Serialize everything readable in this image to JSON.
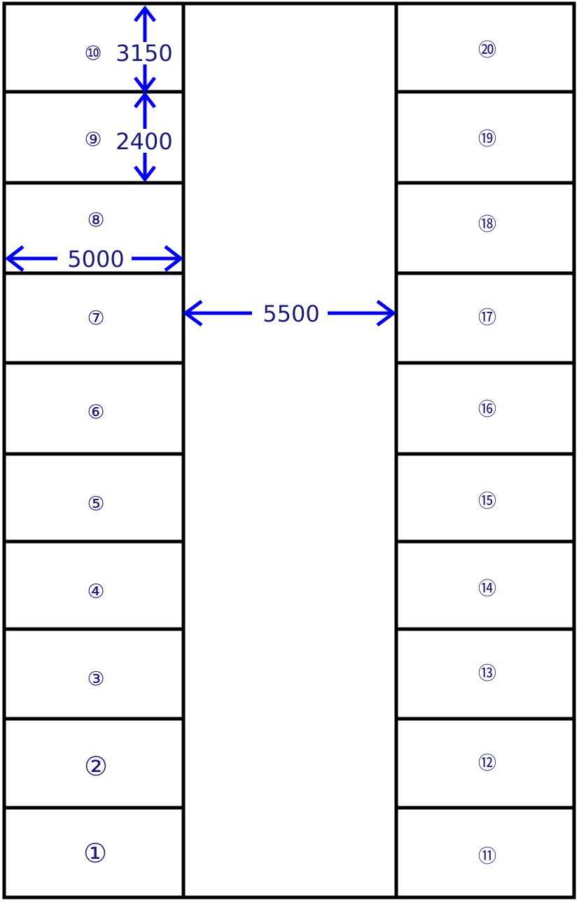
{
  "left_column_slots": [
    "⑩",
    "⑨",
    "⑧",
    "⑦",
    "⑥",
    "⑤",
    "④",
    "③",
    "②",
    "①"
  ],
  "right_column_slots": [
    "⑳",
    "⑲",
    "⑱",
    "⑰",
    "⑯",
    "⑮",
    "⑭",
    "⑬",
    "⑫",
    "⑪"
  ],
  "dimensions": {
    "slot_depth_outer": "3150",
    "slot_depth_inner": "2400",
    "slot_width": "5000",
    "aisle_width": "5500"
  },
  "colors": {
    "walls": "#000000",
    "arrows": "#0000ee",
    "text": "#1a1a7a",
    "background": "#ffffff"
  }
}
